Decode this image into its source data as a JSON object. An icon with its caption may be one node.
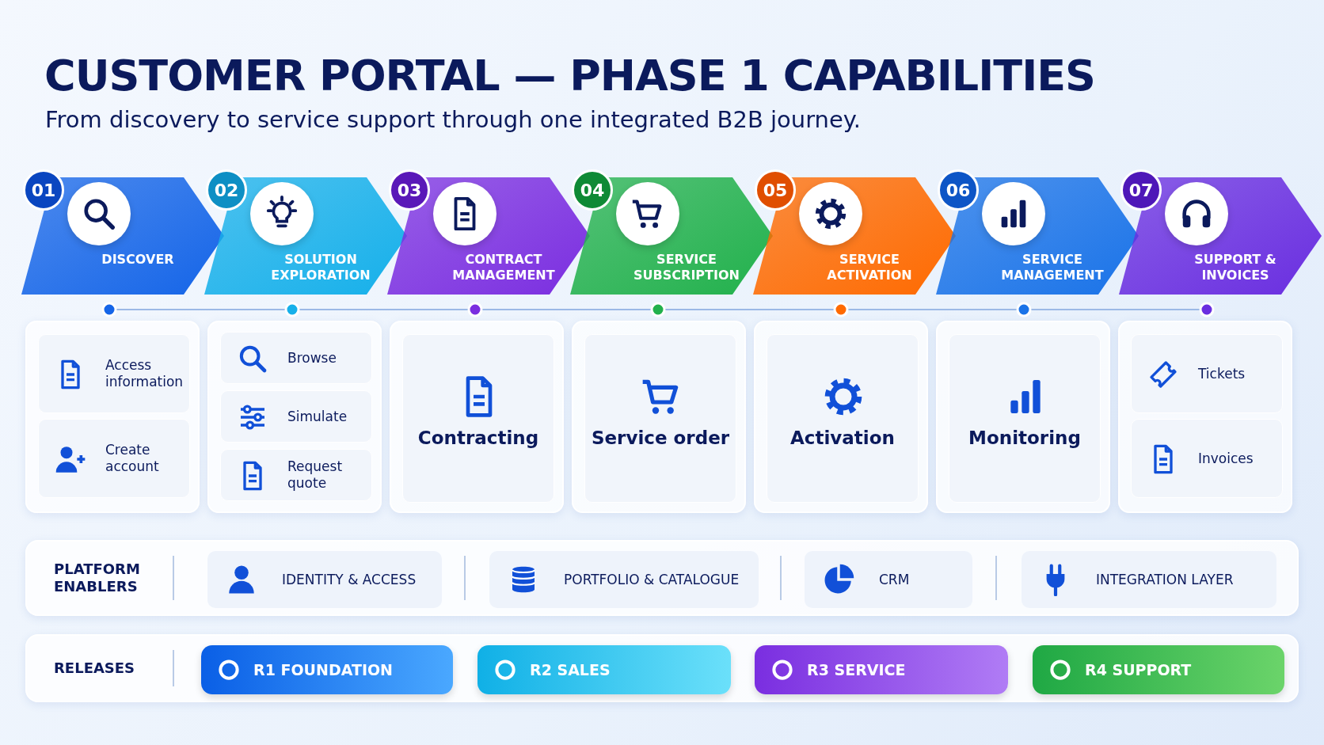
{
  "diagram": {
    "title": "CUSTOMER PORTAL — PHASE 1 CAPABILITIES",
    "nodes": [
      {
        "text": [
          "01",
          "DISCOVER"
        ]
      },
      {
        "text": [
          "02",
          "SOLUTION EXPLORATION"
        ]
      },
      {
        "text": [
          "03",
          "CONTRACT MANAGEMENT"
        ]
      },
      {
        "text": [
          "04",
          "SERVICE SUBSCRIPTION"
        ]
      },
      {
        "text": [
          "05",
          "SERVICE ACTIVATION"
        ]
      },
      {
        "text": [
          "06",
          "SERVICE MANAGEMENT"
        ]
      },
      {
        "text": [
          "07",
          "SUPPORT & INVOICES"
        ]
      },
      {
        "text": [],
        "shape": "box"
      },
      {
        "text": [
          "Access information"
        ],
        "in": 7
      },
      {
        "text": [
          "Create account"
        ],
        "in": 7
      },
      {
        "text": [],
        "shape": "box"
      },
      {
        "text": [
          "Browse"
        ],
        "in": 10
      },
      {
        "text": [
          "Simulate"
        ],
        "in": 10
      },
      {
        "text": [
          "Request quote"
        ],
        "in": 10
      },
      {
        "text": [],
        "shape": "box"
      },
      {
        "text": [
          "Contracting"
        ],
        "in": 14
      },
      {
        "text": [],
        "shape": "box"
      },
      {
        "text": [
          "Service order"
        ],
        "in": 16
      },
      {
        "text": [],
        "shape": "box"
      },
      {
        "text": [
          "Activation"
        ],
        "in": 18
      },
      {
        "text": [],
        "shape": "box"
      },
      {
        "text": [
          "Monitoring"
        ],
        "in": 20
      },
      {
        "text": [],
        "shape": "box"
      },
      {
        "text": [
          "Tickets"
        ],
        "in": 22
      },
      {
        "text": [
          "Invoices"
        ],
        "in": 22
      },
      {
        "text": [
          "PLATFORM ENABLERS"
        ]
      },
      {
        "text": [
          "IDENTITY & ACCESS"
        ],
        "in": 25
      },
      {
        "text": [
          "PORTFOLIO & CATALOGUE"
        ],
        "in": 25
      },
      {
        "text": [
          "CRM"
        ],
        "in": 25
      },
      {
        "text": [
          "INTEGRATION LAYER"
        ],
        "in": 25
      },
      {
        "text": [
          "RELEASES"
        ]
      },
      {
        "text": [
          "R1 FOUNDATION"
        ],
        "in": 30
      },
      {
        "text": [
          "R2 SALES"
        ],
        "in": 30
      },
      {
        "text": [
          "R3 SERVICE"
        ],
        "in": 30
      },
      {
        "text": [
          "R4 SUPPORT"
        ],
        "in": 30
      }
    ],
    "labels": [
      "From discovery to service support through one integrated B2B journey."
    ]
  }
}
